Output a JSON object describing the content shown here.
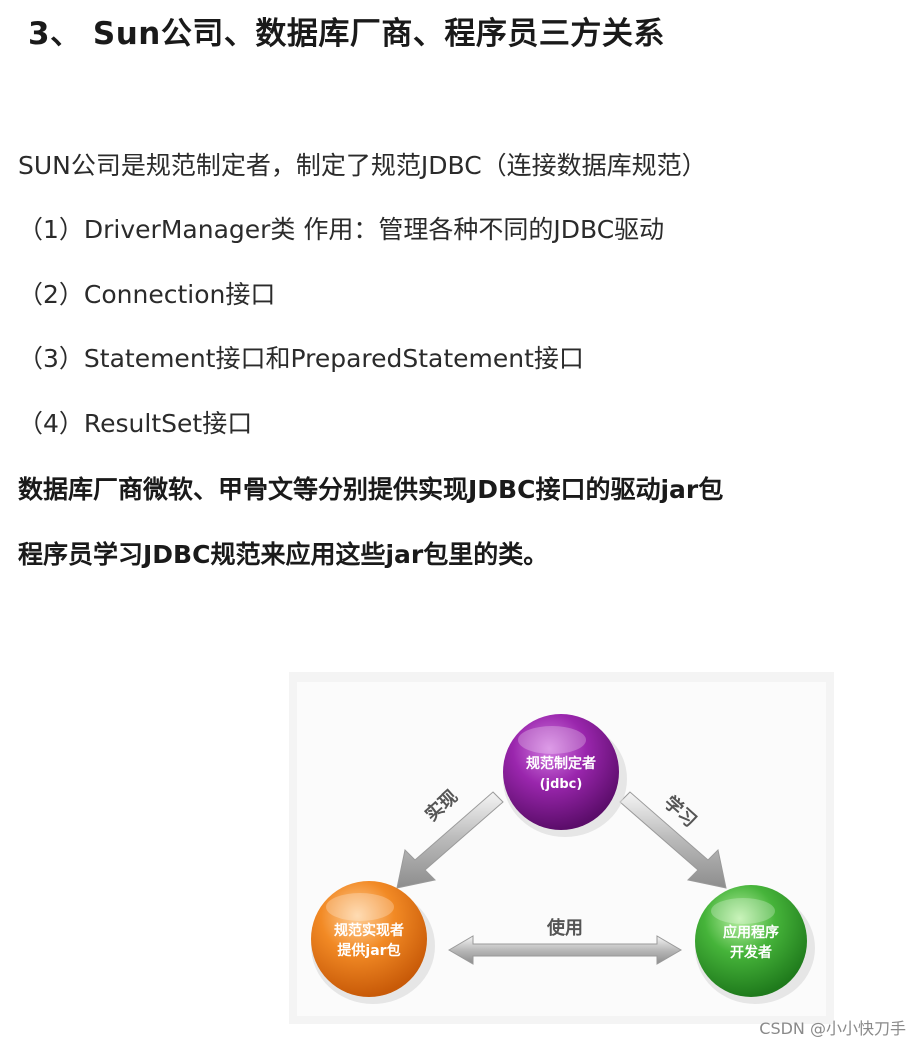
{
  "heading": "3、 Sun公司、数据库厂商、程序员三方关系",
  "intro": "SUN公司是规范制定者，制定了规范JDBC（连接数据库规范）",
  "items": [
    "（1）DriverManager类   作用：管理各种不同的JDBC驱动",
    "（2）Connection接口",
    "（3）Statement接口和PreparedStatement接口",
    "（4）ResultSet接口"
  ],
  "bold_lines": [
    "数据库厂商微软、甲骨文等分别提供实现JDBC接口的驱动jar包",
    "程序员学习JDBC规范来应用这些jar包里的类。"
  ],
  "diagram": {
    "top_node": {
      "line1": "规范制定者",
      "line2": "(jdbc)",
      "color": "#8b1a9c"
    },
    "left_node": {
      "line1": "规范实现者",
      "line2": "提供jar包",
      "color": "#f07a1a"
    },
    "right_node": {
      "line1": "应用程序",
      "line2": "开发者",
      "color": "#3aa834"
    },
    "arrow_left_label": "实现",
    "arrow_right_label": "学习",
    "arrow_bottom_label": "使用"
  },
  "watermark": "CSDN @小小快刀手"
}
